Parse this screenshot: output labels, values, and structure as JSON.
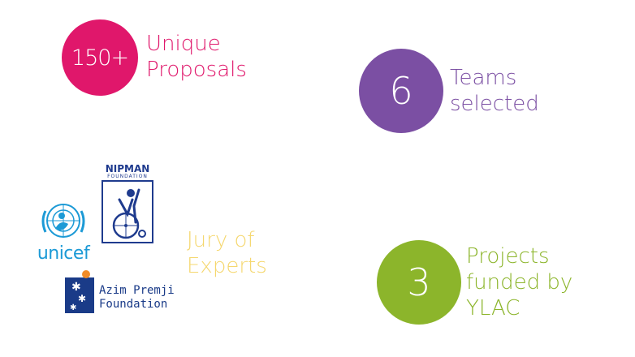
{
  "stats": {
    "proposals": {
      "value": "150+",
      "label_lines": [
        "Unique",
        "Proposals"
      ],
      "color": "#e0176b"
    },
    "teams": {
      "value": "6",
      "label_lines": [
        "Teams",
        "selected"
      ],
      "color": "#7b4fa3"
    },
    "projects": {
      "value": "3",
      "label_lines": [
        "Projects",
        "funded by",
        "YLAC"
      ],
      "color": "#8cb52b"
    }
  },
  "jury": {
    "label_lines": [
      "Jury of",
      "Experts"
    ],
    "color": "#f5d76e"
  },
  "logos": {
    "nipman": {
      "name": "NIPMAN",
      "sub": "FOUNDATION",
      "color": "#1f3b8e"
    },
    "unicef": {
      "name": "unicef",
      "color": "#1c9ad6"
    },
    "azim": {
      "lines": [
        "Azim Premji",
        "Foundation"
      ],
      "color": "#1a3b88",
      "accent": "#f28c28"
    }
  }
}
